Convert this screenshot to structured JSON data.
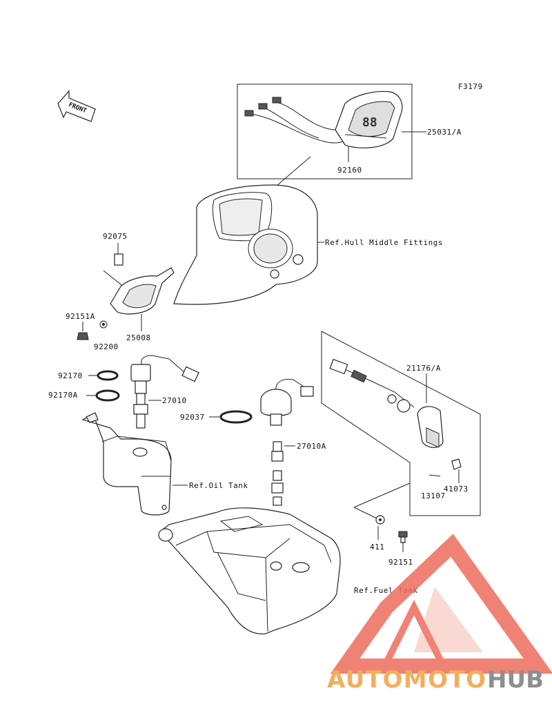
{
  "figure_code": "F3179",
  "front_arrow_label": "FRONT",
  "labels": {
    "p25031A": "25031/A",
    "p92160": "92160",
    "ref_hull": "Ref.Hull Middle Fittings",
    "p92075": "92075",
    "p92151A": "92151A",
    "p92200": "92200",
    "p25008": "25008",
    "p92170": "92170",
    "p92170A": "92170A",
    "p27010": "27010",
    "p92037": "92037",
    "p27010A": "27010A",
    "ref_oil": "Ref.Oil Tank",
    "p21176A": "21176/A",
    "p41073": "41073",
    "p13107": "13107",
    "p411": "411",
    "p92151": "92151",
    "ref_fuel": "Ref.Fuel Tank"
  },
  "watermark": {
    "part1": "AUTOMOTO",
    "part2": "HUB",
    "colors": {
      "accent": "#ee6d5d",
      "accent_light": "#f7b4a8",
      "text1": "#f2a040",
      "text2": "#7b7b7b"
    }
  }
}
